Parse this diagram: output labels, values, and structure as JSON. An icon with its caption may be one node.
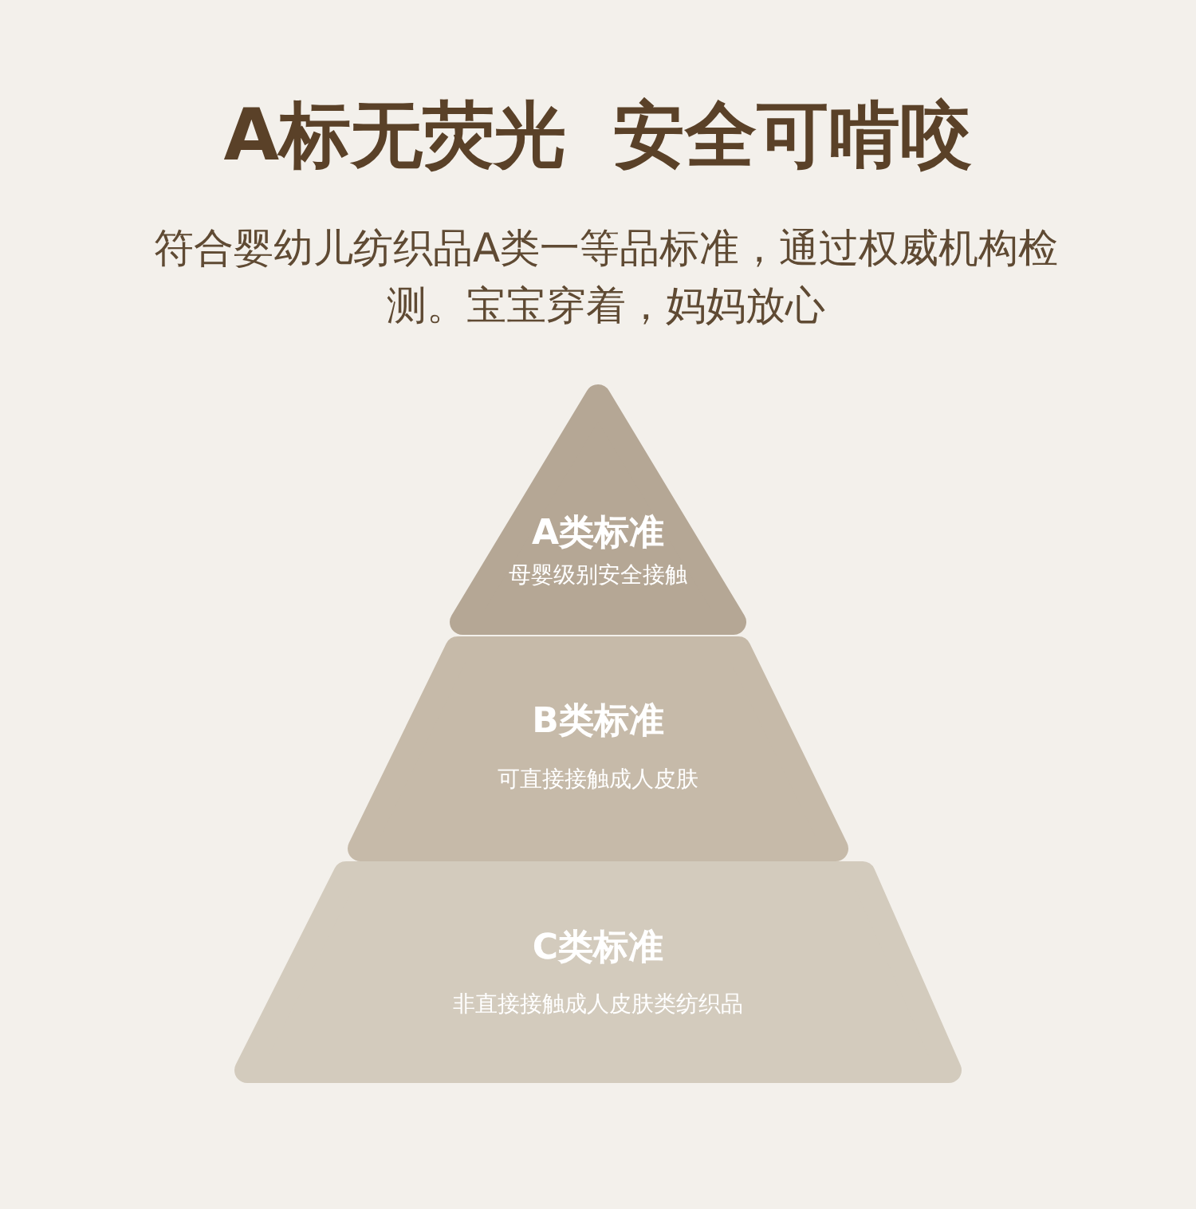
{
  "diagram": {
    "title": "A标无荧光 安全可啃咬",
    "caption": "符合婴幼儿纺织品A类一等品标准，通过权威机构检测。宝宝穿着，妈妈放心",
    "nodes": [
      {
        "text": [
          "A类标准",
          "母婴级别安全接触"
        ]
      },
      {
        "text": [
          "B类标准",
          "可直接接触成人皮肤"
        ]
      },
      {
        "text": [
          "C类标准",
          "非直接接触成人皮肤类纺织品"
        ]
      }
    ]
  }
}
